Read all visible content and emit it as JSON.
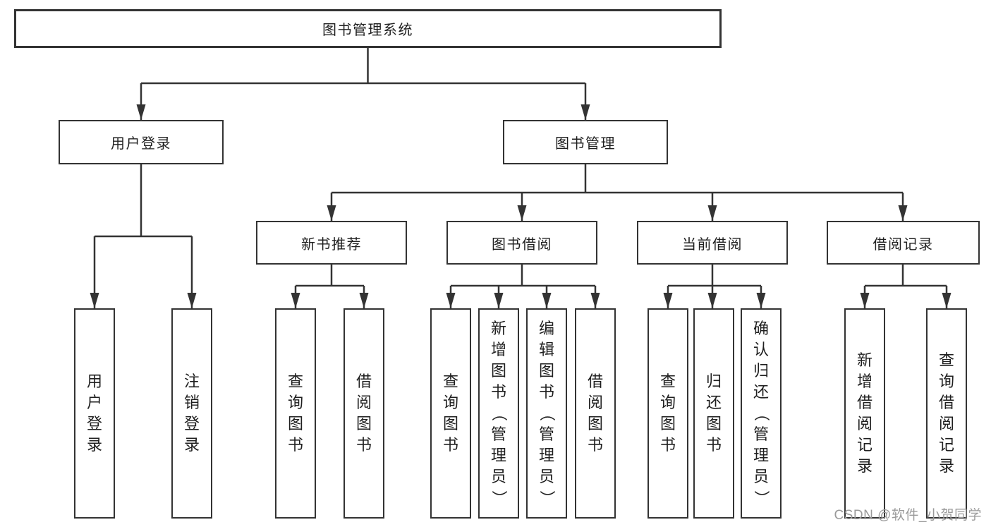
{
  "diagram": {
    "title": "图书管理系统",
    "children": [
      {
        "label": "用户登录",
        "children": [
          {
            "label": "用户登录"
          },
          {
            "label": "注销登录"
          }
        ]
      },
      {
        "label": "图书管理",
        "children": [
          {
            "label": "新书推荐",
            "children": [
              {
                "label": "查询图书"
              },
              {
                "label": "借阅图书"
              }
            ]
          },
          {
            "label": "图书借阅",
            "children": [
              {
                "label": "查询图书"
              },
              {
                "label": "新增图书（管理员）"
              },
              {
                "label": "编辑图书（管理员）"
              },
              {
                "label": "借阅图书"
              }
            ]
          },
          {
            "label": "当前借阅",
            "children": [
              {
                "label": "查询图书"
              },
              {
                "label": "归还图书"
              },
              {
                "label": "确认归还（管理员）"
              }
            ]
          },
          {
            "label": "借阅记录",
            "children": [
              {
                "label": "新增借阅记录"
              },
              {
                "label": "查询借阅记录"
              }
            ]
          }
        ]
      }
    ]
  },
  "watermark": {
    "text": "CSDN @软件_小贺同学"
  },
  "colors": {
    "line": "#333333",
    "box_border": "#333333",
    "text": "#1f1f1f",
    "watermark": "#9a9a9a",
    "background": "#ffffff"
  }
}
